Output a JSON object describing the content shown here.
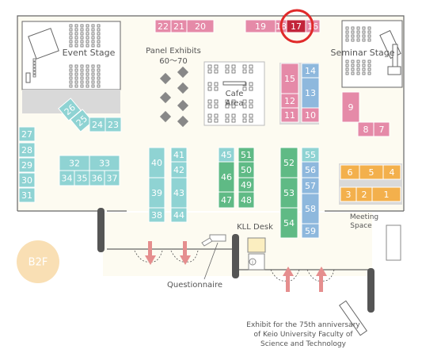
{
  "floor": "B2F",
  "labels": {
    "event_stage": "Event Stage",
    "seminar_stage": "Seminar Stage",
    "panel_exhibits": "Panel Exhibits",
    "panel_range": "60～70",
    "cafe_area_line1": "Cafe",
    "cafe_area_line2": "Area",
    "kll_desk": "KLL Desk",
    "questionnaire": "Questionnaire",
    "meeting_space_line1": "Meeting",
    "meeting_space_line2": "Space",
    "note_line1": "Exhibit for the 75th anniversary",
    "note_line2": "of Keio University Faculty of",
    "note_line3": "Science and Technology"
  },
  "colors": {
    "floor": "#fdfbf1",
    "wall": "#666666",
    "pink": "#e58aa8",
    "highlight_booth": "#c2243a",
    "highlight_ring": "#e02a2a",
    "teal": "#8fd3d3",
    "blue": "#8eb8dd",
    "green": "#5fba85",
    "orange": "#f3b04c",
    "stage_gray": "#d9d9d9",
    "b2f_badge": "#f9dfb4",
    "arrow": "#e58e8e"
  },
  "booths": [
    {
      "label": "22",
      "color": "pink"
    },
    {
      "label": "21",
      "color": "pink"
    },
    {
      "label": "20",
      "color": "pink"
    },
    {
      "label": "19",
      "color": "pink"
    },
    {
      "label": "18",
      "color": "pink"
    },
    {
      "label": "17",
      "color": "highlight_booth",
      "highlighted": true
    },
    {
      "label": "16",
      "color": "pink"
    },
    {
      "label": "15",
      "color": "pink"
    },
    {
      "label": "12",
      "color": "pink"
    },
    {
      "label": "11",
      "color": "pink"
    },
    {
      "label": "14",
      "color": "blue"
    },
    {
      "label": "13",
      "color": "blue"
    },
    {
      "label": "10",
      "color": "pink"
    },
    {
      "label": "9",
      "color": "pink"
    },
    {
      "label": "8",
      "color": "pink"
    },
    {
      "label": "7",
      "color": "pink"
    },
    {
      "label": "26",
      "color": "teal"
    },
    {
      "label": "25",
      "color": "teal"
    },
    {
      "label": "24",
      "color": "teal"
    },
    {
      "label": "23",
      "color": "teal"
    },
    {
      "label": "27",
      "color": "teal"
    },
    {
      "label": "28",
      "color": "teal"
    },
    {
      "label": "29",
      "color": "teal"
    },
    {
      "label": "30",
      "color": "teal"
    },
    {
      "label": "31",
      "color": "teal"
    },
    {
      "label": "32",
      "color": "teal"
    },
    {
      "label": "33",
      "color": "teal"
    },
    {
      "label": "34",
      "color": "teal"
    },
    {
      "label": "35",
      "color": "teal"
    },
    {
      "label": "36",
      "color": "teal"
    },
    {
      "label": "37",
      "color": "teal"
    },
    {
      "label": "40",
      "color": "teal"
    },
    {
      "label": "39",
      "color": "teal"
    },
    {
      "label": "38",
      "color": "teal"
    },
    {
      "label": "41",
      "color": "teal"
    },
    {
      "label": "42",
      "color": "teal"
    },
    {
      "label": "43",
      "color": "teal"
    },
    {
      "label": "44",
      "color": "teal"
    },
    {
      "label": "45",
      "color": "teal"
    },
    {
      "label": "46",
      "color": "green"
    },
    {
      "label": "47",
      "color": "green"
    },
    {
      "label": "51",
      "color": "green"
    },
    {
      "label": "50",
      "color": "green"
    },
    {
      "label": "49",
      "color": "green"
    },
    {
      "label": "48",
      "color": "green"
    },
    {
      "label": "52",
      "color": "green"
    },
    {
      "label": "53",
      "color": "green"
    },
    {
      "label": "54",
      "color": "green"
    },
    {
      "label": "55",
      "color": "teal"
    },
    {
      "label": "56",
      "color": "blue"
    },
    {
      "label": "57",
      "color": "blue"
    },
    {
      "label": "58",
      "color": "blue"
    },
    {
      "label": "59",
      "color": "blue"
    },
    {
      "label": "6",
      "color": "orange"
    },
    {
      "label": "5",
      "color": "orange"
    },
    {
      "label": "4",
      "color": "orange"
    },
    {
      "label": "3",
      "color": "orange"
    },
    {
      "label": "2",
      "color": "orange"
    },
    {
      "label": "1",
      "color": "orange"
    }
  ]
}
